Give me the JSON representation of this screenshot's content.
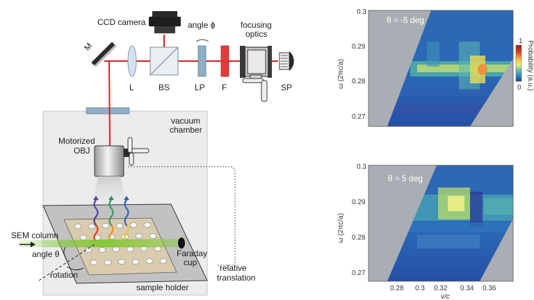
{
  "setup": {
    "ccd_camera": "CCD camera",
    "angle_phi": "angle ϕ",
    "focusing_optics": [
      "focusing",
      "optics"
    ],
    "mirror": "M",
    "lens": "L",
    "beam_splitter": "BS",
    "linear_polarizer": "LP",
    "filter": "F",
    "spectrometer": "SP",
    "vacuum_chamber": [
      "vacuum",
      "chamber"
    ],
    "motorized_obj": [
      "Motorized",
      "OBJ"
    ],
    "sem_column": "SEM column",
    "angle_theta": "angle θ",
    "rotation": "rotation",
    "faraday_cup": [
      "Faraday",
      "cup"
    ],
    "relative_translation": [
      "relative",
      "translation"
    ],
    "sample_holder": "sample holder"
  },
  "colors": {
    "laser": "#d42020",
    "electron_beam": "#7ec832",
    "chamber": "#ececec",
    "optic_blue": "#8faec8",
    "filter_red": "#e03c3c"
  },
  "panels": [
    {
      "label": "θ ≈ -5 deg",
      "ytick_labels": [
        "0.3",
        "0.29",
        "0.28",
        "0.27"
      ],
      "ylabel": "ω (2πc/a)"
    },
    {
      "label": "θ ≈ 5 deg",
      "ytick_labels": [
        "0.3",
        "0.29",
        "0.28",
        "0.27"
      ],
      "ylabel": "ω (2πc/a)"
    }
  ],
  "xaxis": {
    "tick_labels": [
      "0.28",
      "0.3",
      "0.32",
      "0.34",
      "0.36"
    ],
    "label": "v/c"
  },
  "colorbar": {
    "max_label": "1",
    "min_label": "0",
    "label": "Probability (a.u.)"
  }
}
